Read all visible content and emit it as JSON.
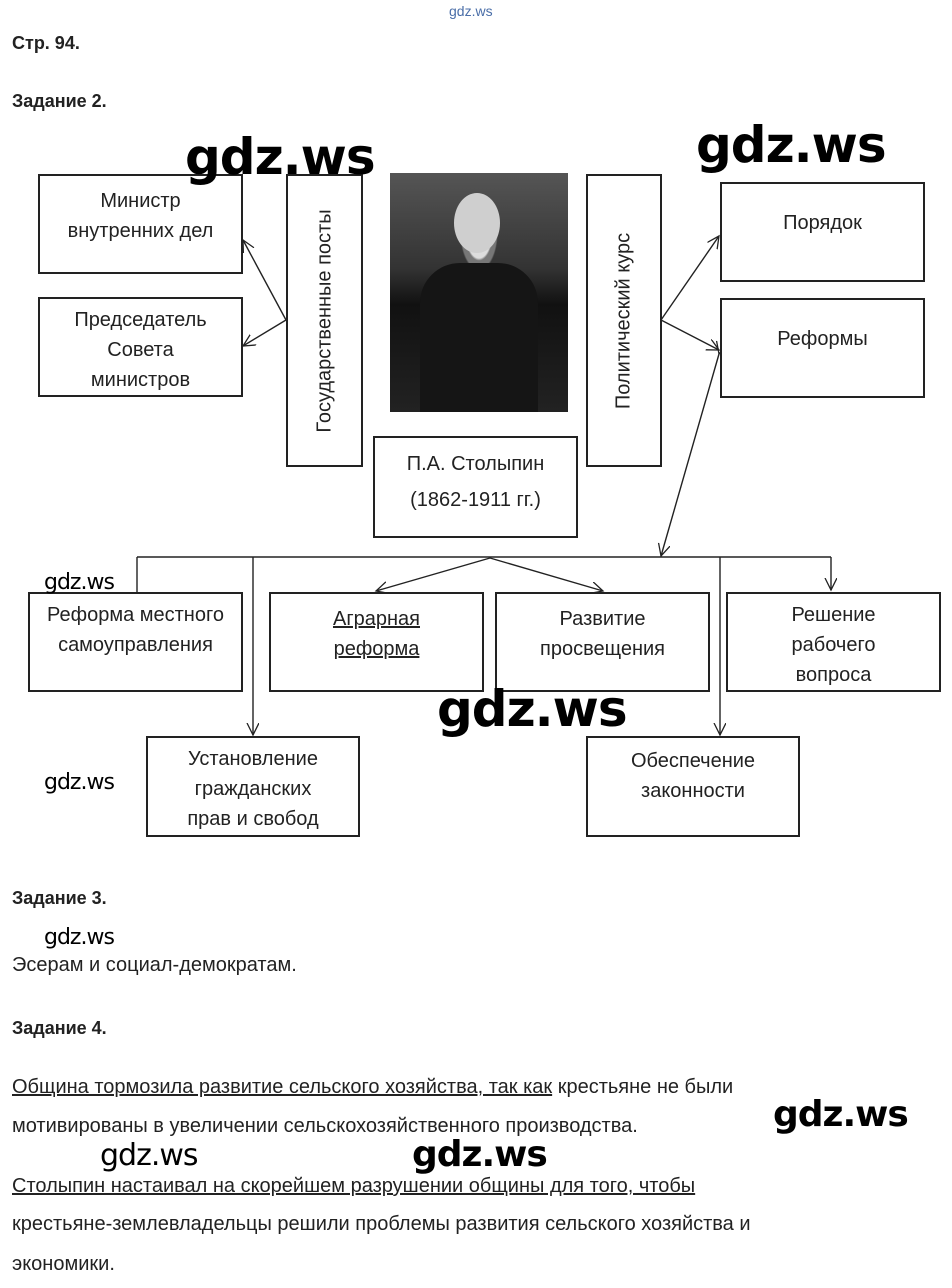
{
  "header": {
    "site": "gdz.ws",
    "page": "Стр. 94."
  },
  "task2": {
    "title": "Задание 2.",
    "posts_label": "Государственные посты",
    "posts": [
      "Министр внутренних дел",
      "Председатель Совета министров"
    ],
    "course_label": "Политический курс",
    "course": [
      "Порядок",
      "Реформы"
    ],
    "person": {
      "name": "П.А. Столыпин",
      "years": "(1862-1911 гг.)"
    },
    "reforms": [
      "Реформа местного самоуправления",
      "Аграрная реформа",
      "Развитие просвещения",
      "Решение рабочего вопроса"
    ],
    "reforms_row2": [
      "Установление гражданских прав и свобод",
      "Обеспечение законности"
    ]
  },
  "task3": {
    "title": "Задание 3.",
    "answer": "Эсерам и социал-демократам."
  },
  "task4": {
    "title": "Задание 4.",
    "p1_underlined": "Община тормозила развитие сельского хозяйства, так как",
    "p1_rest": " крестьяне не были",
    "p1_line2": "мотивированы в увеличении сельскохозяйственного производства.",
    "p2_underlined": "Столыпин настаивал на скорейшем разрушении общины для того, чтобы",
    "p2_line2": "крестьяне-землевладельцы решили проблемы развития сельского хозяйства и",
    "p2_line3": "экономики."
  },
  "watermark": "gdz.ws"
}
